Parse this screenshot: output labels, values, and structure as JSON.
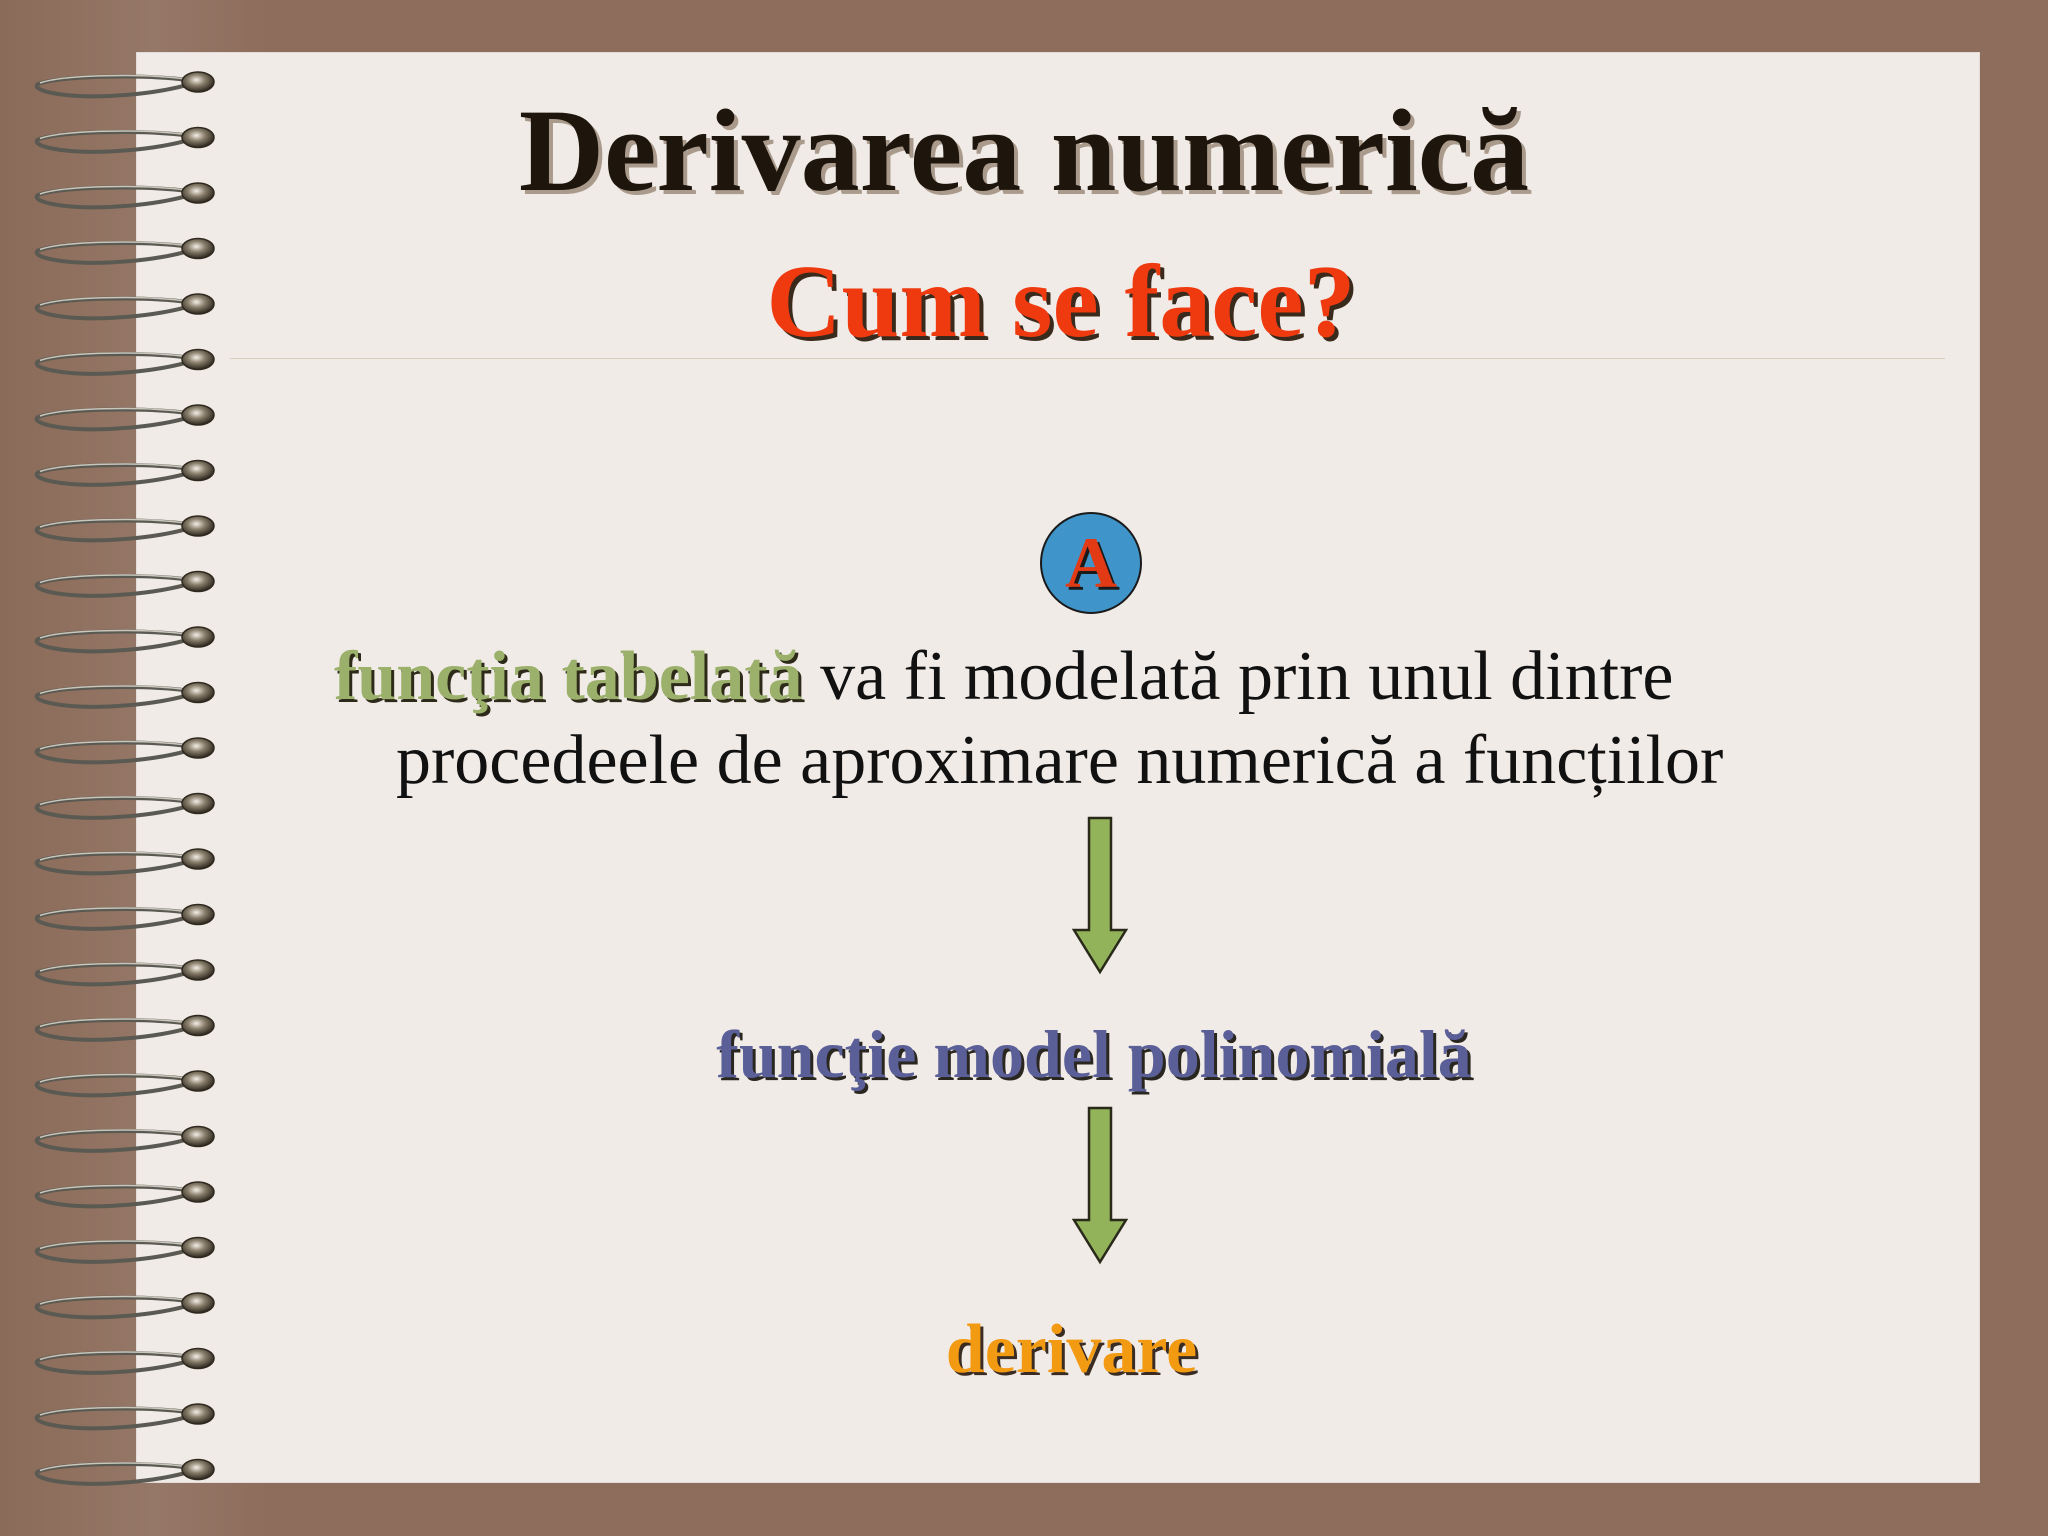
{
  "slide": {
    "title": "Derivarea numerică",
    "subtitle": "Cum se face?",
    "badge": "A",
    "sentence": {
      "highlight": "funcţia tabelată",
      "rest_line1": " va fi modelată prin unul dintre",
      "line2": "procedeele de aproximare numerică a funcțiilor"
    },
    "step_model": "funcţie model polinomială",
    "step_result": "derivare"
  },
  "colors": {
    "background": "#8e6d5c",
    "page": "#f1ebe7",
    "title": "#1e160c",
    "subtitle": "#ef3a10",
    "highlight_green": "#9bb06a",
    "model_purple": "#5a5f98",
    "result_orange": "#f19a12",
    "arrow_fill": "#93b35a",
    "badge_fill": "#3f95c9"
  },
  "icons": {
    "binding": "spiral-binding-icon",
    "arrow": "arrow-down-icon"
  }
}
